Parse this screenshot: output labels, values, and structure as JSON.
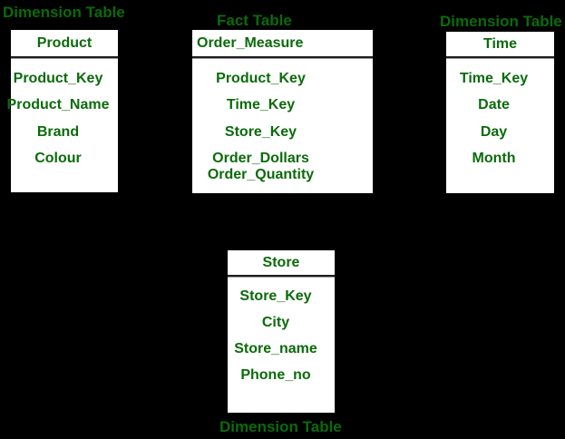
{
  "page": {
    "background_color": "#000000",
    "accent_green": "#0a6b0a",
    "table_background": "#ffffff",
    "description_labels_color": "#0a6b0a"
  },
  "labels": {
    "top_left": "Dimension Table",
    "fact": "Fact Table",
    "top_right": "Dimension Table",
    "bottom": "Dimension Table"
  },
  "tables": {
    "product": {
      "title": "Product",
      "rows": [
        "Product_Key",
        "Product_Name",
        "Brand",
        "Colour"
      ]
    },
    "fact": {
      "title": "Order_Measure",
      "rows": [
        "Product_Key",
        "Time_Key",
        "Store_Key",
        "Order_Dollars",
        "Order_Quantity"
      ]
    },
    "time": {
      "title": "Time",
      "rows": [
        "Time_Key",
        "Date",
        "Day",
        "Month"
      ]
    },
    "store": {
      "title": "Store",
      "rows": [
        "Store_Key",
        "City",
        "Store_name",
        "Phone_no"
      ]
    }
  }
}
